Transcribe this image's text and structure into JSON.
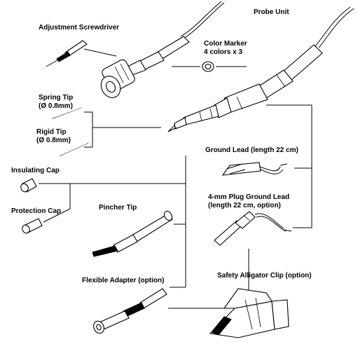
{
  "labels": {
    "probe_unit": "Probe Unit",
    "adjustment_screwdriver": "Adjustment Screwdriver",
    "color_marker_line1": "Color Marker",
    "color_marker_line2": "4 colors x 3",
    "spring_tip_line1": "Spring Tip",
    "spring_tip_line2": "(Ø 0.8mm)",
    "rigid_tip_line1": "Rigid Tip",
    "rigid_tip_line2": "(Ø 0.8mm)",
    "ground_lead": "Ground Lead (length 22 cm)",
    "plug_ground_lead_line1": "4-mm Plug Ground Lead",
    "plug_ground_lead_line2": "(length 22 cm, option)",
    "insulating_cap": "Insulating Cap",
    "protection_cap": "Protection Cap",
    "pincher_tip": "Pincher Tip",
    "flexible_adapter": "Flexible Adapter (option)",
    "safety_alligator_clip": "Safety Alligator Clip (option)"
  },
  "icons": {
    "probe_unit": "probe-unit-icon",
    "bnc_connector": "bnc-connector-icon",
    "screwdriver": "screwdriver-icon",
    "color_marker": "color-ring-icon",
    "spring_tip": "spring-tip-icon",
    "rigid_tip": "rigid-tip-icon",
    "ground_lead": "ground-lead-icon",
    "plug_ground_lead": "plug-ground-lead-icon",
    "insulating_cap": "insulating-cap-icon",
    "protection_cap": "protection-cap-icon",
    "pincher_tip": "pincher-tip-icon",
    "flexible_adapter": "flexible-adapter-icon",
    "alligator_clip": "alligator-clip-icon"
  }
}
